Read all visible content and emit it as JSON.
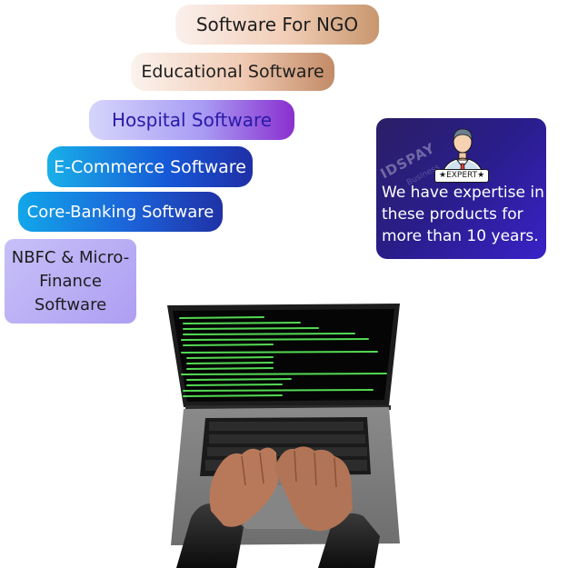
{
  "pills": {
    "ngo": "Software For NGO",
    "educational": "Educational Software",
    "hospital": "Hospital Software",
    "ecommerce": "E-Commerce Software",
    "core_banking": "Core-Banking Software",
    "nbfc": "NBFC & Micro-\nFinance\nSoftware"
  },
  "expert_card": {
    "watermark": "IDSPAY",
    "watermark_sub": "Business",
    "badge": "★EXPERT★",
    "text": "We have expertise in these products for more than 10 years."
  },
  "icons": {
    "expert": "expert-person-icon",
    "laptop": "laptop-code-image"
  },
  "colors": {
    "card_bg": "#2a1d8c",
    "code_green": "#5cf05c"
  }
}
